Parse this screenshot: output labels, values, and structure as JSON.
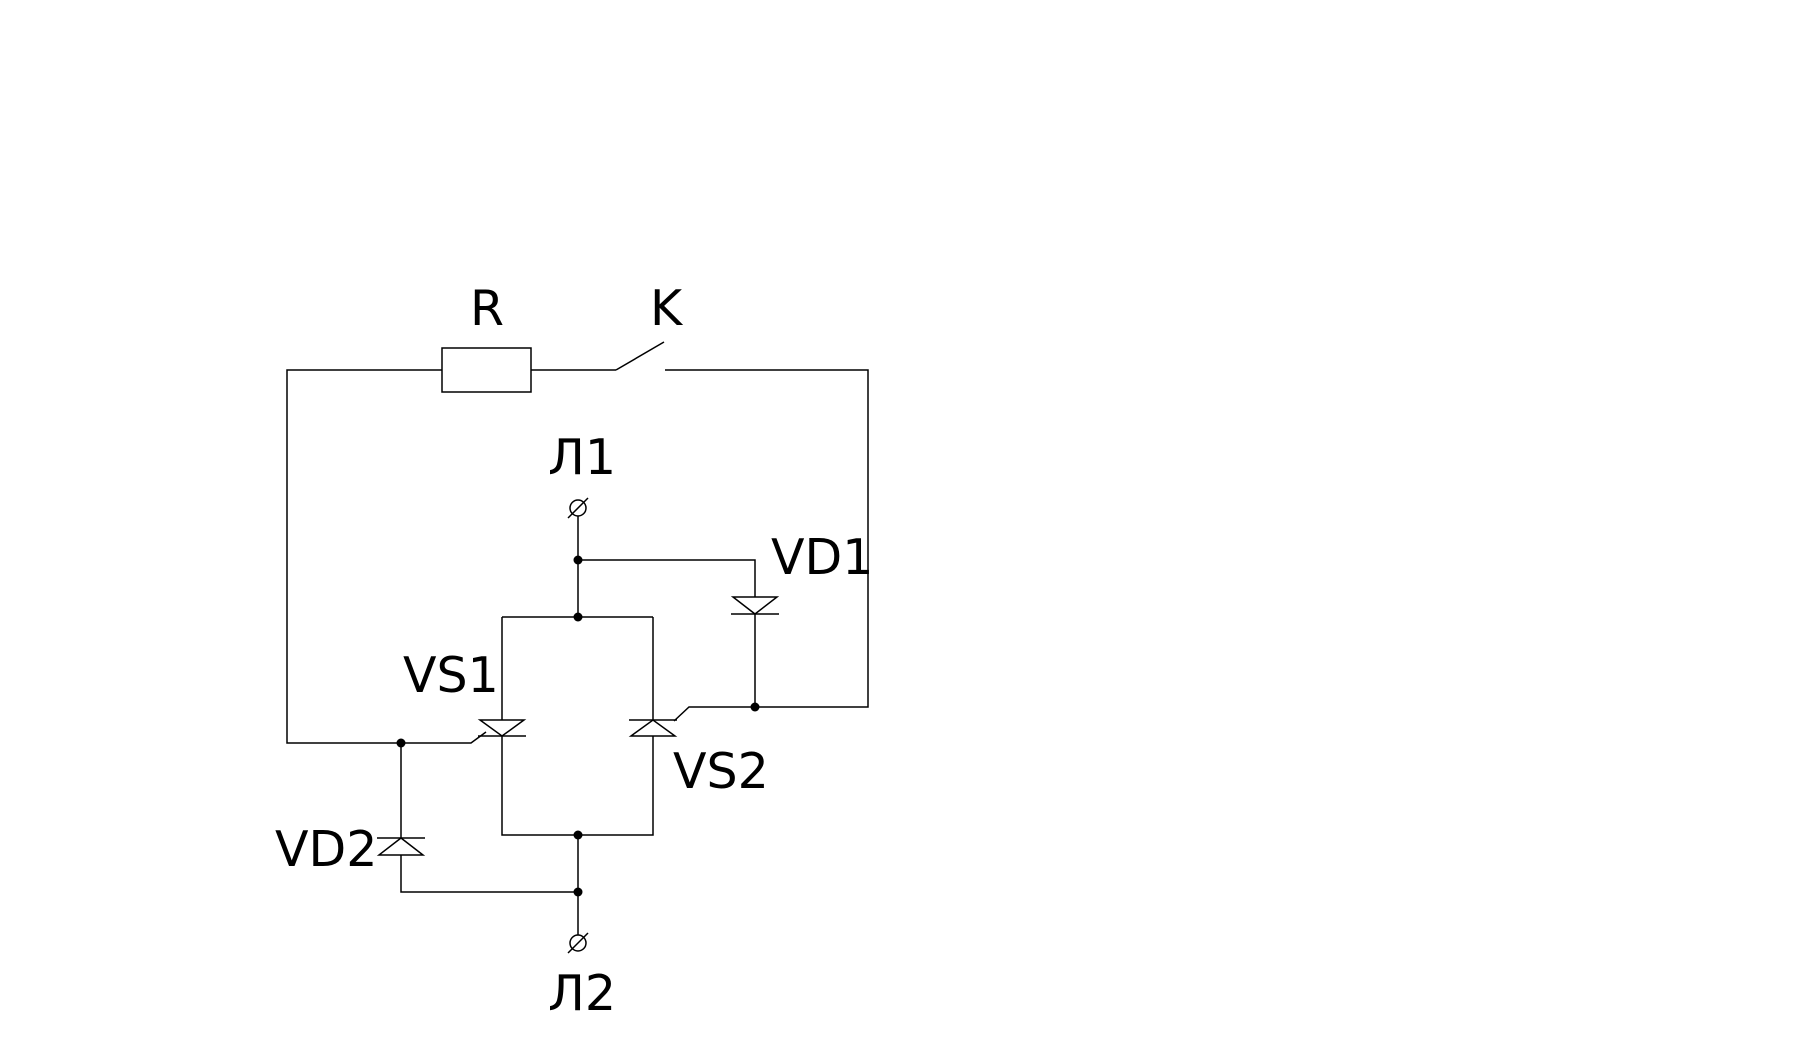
{
  "labels": {
    "resistor": "R",
    "switch": "K",
    "terminal_top": "Л1",
    "terminal_bottom": "Л2",
    "diode_1": "VD1",
    "diode_2": "VD2",
    "thyristor_1": "VS1",
    "thyristor_2": "VS2"
  }
}
